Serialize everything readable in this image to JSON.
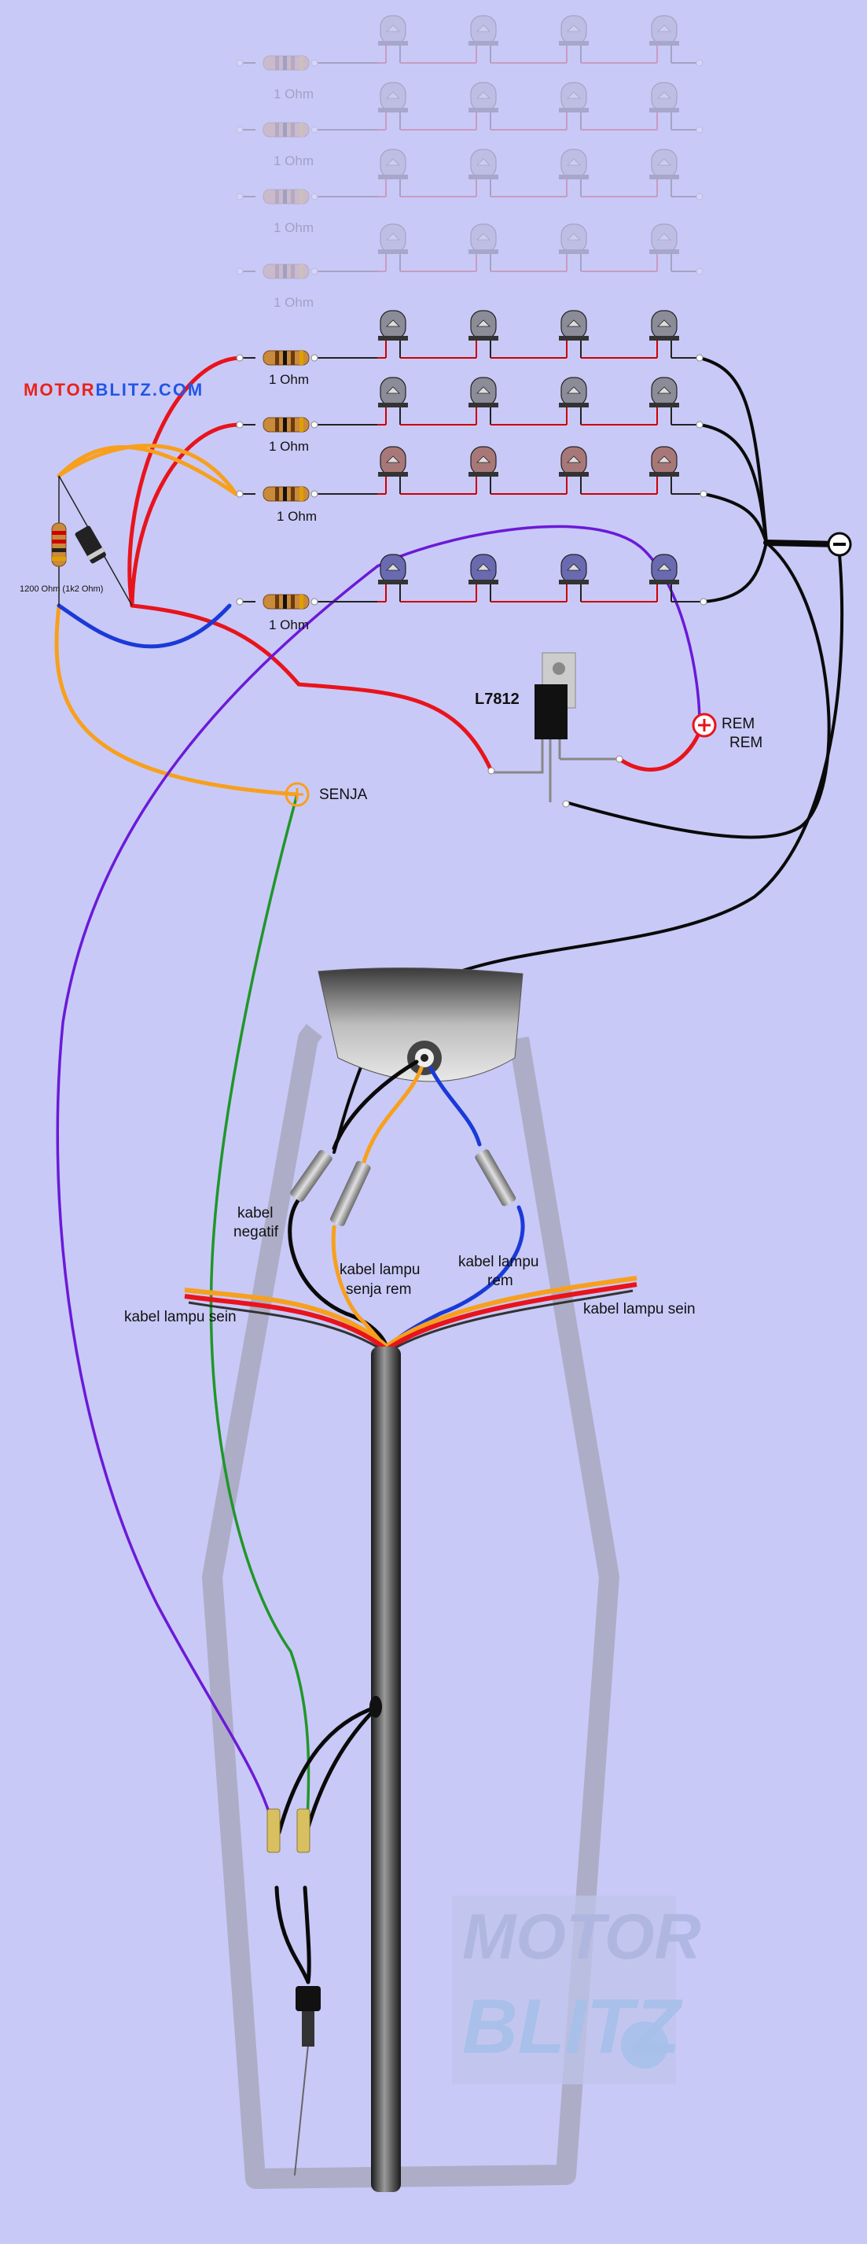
{
  "brand": {
    "part1": "MOTOR",
    "part2": "BLITZ",
    "part3": ".COM"
  },
  "labels": {
    "resistor": "1 Ohm",
    "resistor_big": "1200 Ohm (1k2 Ohm)",
    "regulator": "L7812",
    "rem1": "REM",
    "rem2": "REM",
    "senja": "SENJA",
    "kabel_negatif_1": "kabel",
    "kabel_negatif_2": "negatif",
    "kabel_senja_1": "kabel lampu",
    "kabel_senja_2": "senja rem",
    "kabel_rem_1": "kabel lampu",
    "kabel_rem_2": "rem",
    "sein_left": "kabel lampu sein",
    "sein_right": "kabel lampu sein",
    "watermark_1": "MOTOR",
    "watermark_2": "BLITZ"
  },
  "colors": {
    "background": "#c9c9f7",
    "red": "#e8141c",
    "orange": "#f7a01e",
    "blue": "#1a3ad8",
    "purple": "#6b1ad8",
    "green": "#21962a",
    "black": "#0a0a0a",
    "frame": "#a8a8c0",
    "brand_red": "#e8231a",
    "brand_blue": "#2256e6"
  }
}
